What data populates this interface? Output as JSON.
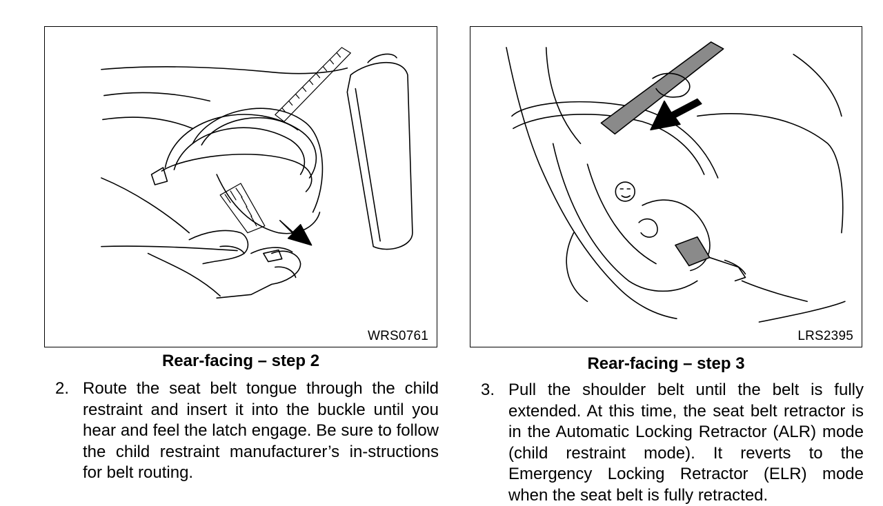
{
  "left": {
    "figure_code": "WRS0761",
    "caption": "Rear-facing – step 2",
    "step_number": "2.",
    "step_text": "Route the seat belt tongue through the child restraint and insert it into the buckle until you hear and feel the latch engage. Be sure to follow the child restraint manufacturer’s in-structions for belt routing."
  },
  "right": {
    "figure_code": "LRS2395",
    "caption": "Rear-facing – step 3",
    "step_number": "3.",
    "step_text": "Pull the shoulder belt until the belt is fully extended. At this time, the seat belt retractor is in the Automatic Locking Retractor (ALR) mode (child restraint mode). It reverts to the Emergency Locking Retractor (ELR) mode when the seat belt is fully retracted."
  }
}
